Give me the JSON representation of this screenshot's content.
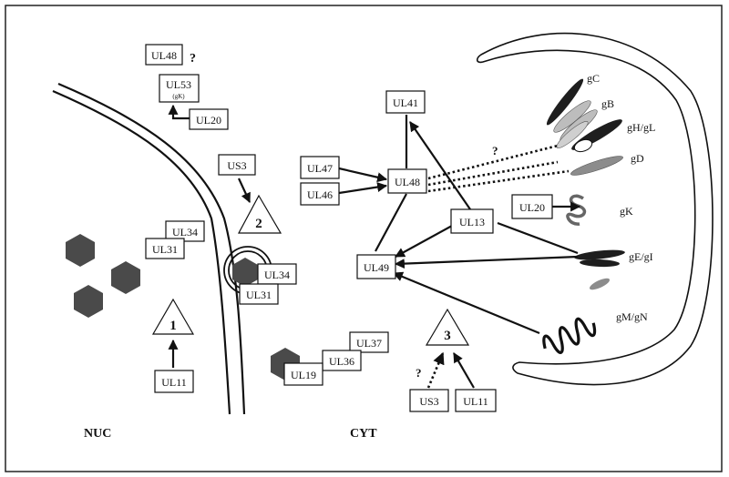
{
  "compartments": {
    "nucleus": "NUC",
    "cytoplasm": "CYT"
  },
  "proteins": {
    "ul48_top": "UL48",
    "ul53": "UL53",
    "ul53_sub": "(gK)",
    "ul20_top": "UL20",
    "us3_top": "US3",
    "ul34_a": "UL34",
    "ul31_a": "UL31",
    "ul34_b": "UL34",
    "ul31_b": "UL31",
    "ul11_left": "UL11",
    "ul37": "UL37",
    "ul36": "UL36",
    "ul19": "UL19",
    "ul41": "UL41",
    "ul47": "UL47",
    "ul46": "UL46",
    "ul48_mid": "UL48",
    "ul13": "UL13",
    "ul49": "UL49",
    "ul20_mid": "UL20",
    "us3_bottom": "US3",
    "ul11_bottom": "UL11"
  },
  "glycoproteins": {
    "gc": "gC",
    "gb": "gB",
    "ghgl": "gH/gL",
    "gd": "gD",
    "gk": "gK",
    "gegi": "gE/gI",
    "gmgn": "gM/gN"
  },
  "steps": {
    "one": "1",
    "two": "2",
    "three": "3"
  },
  "unknowns": {
    "q1": "?",
    "q2": "?",
    "q3": "?"
  },
  "colors": {
    "dark": "#3a3a3a",
    "mid": "#8c8c8c",
    "light": "#c4c4c4",
    "frame": "#222222"
  }
}
